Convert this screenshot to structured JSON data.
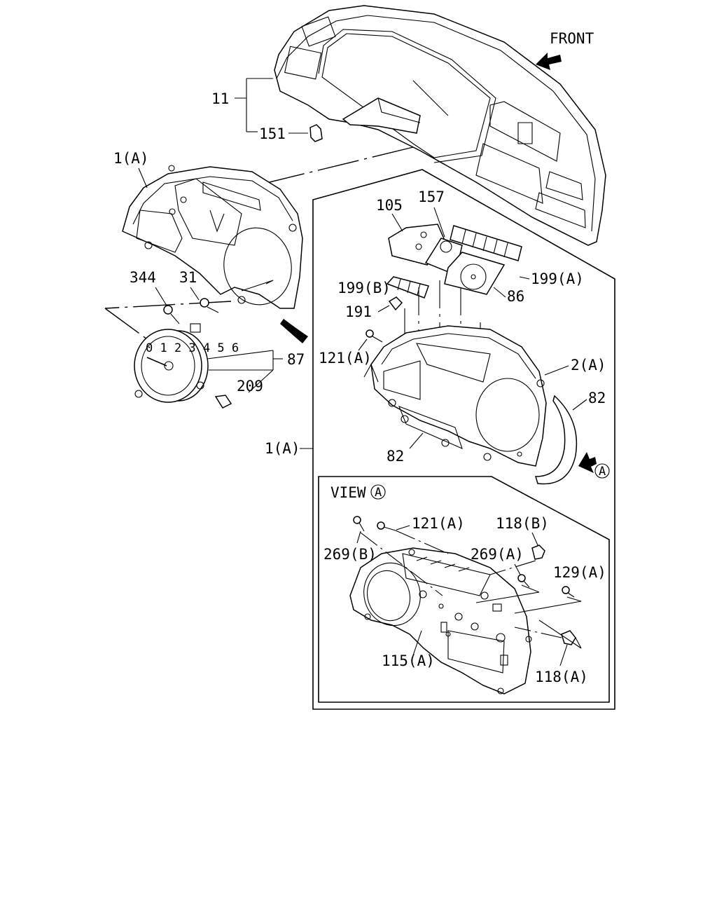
{
  "labels": {
    "front": "FRONT",
    "p11": "11",
    "p151": "151",
    "p1a_top": "1(A)",
    "p344": "344",
    "p31": "31",
    "p87": "87",
    "p209": "209",
    "p1a_left": "1(A)",
    "p105": "105",
    "p157": "157",
    "p199b": "199(B)",
    "p199a": "199(A)",
    "p86": "86",
    "p191": "191",
    "p121a_top": "121(A)",
    "p2a": "2(A)",
    "p82_right": "82",
    "p82_bottom": "82",
    "view_text": "VIEW",
    "view_letter": "A",
    "arrow_letter": "A",
    "p121a_view": "121(A)",
    "p118b": "118(B)",
    "p269b": "269(B)",
    "p269a": "269(A)",
    "p129a": "129(A)",
    "p115a": "115(A)",
    "p118a": "118(A)"
  }
}
